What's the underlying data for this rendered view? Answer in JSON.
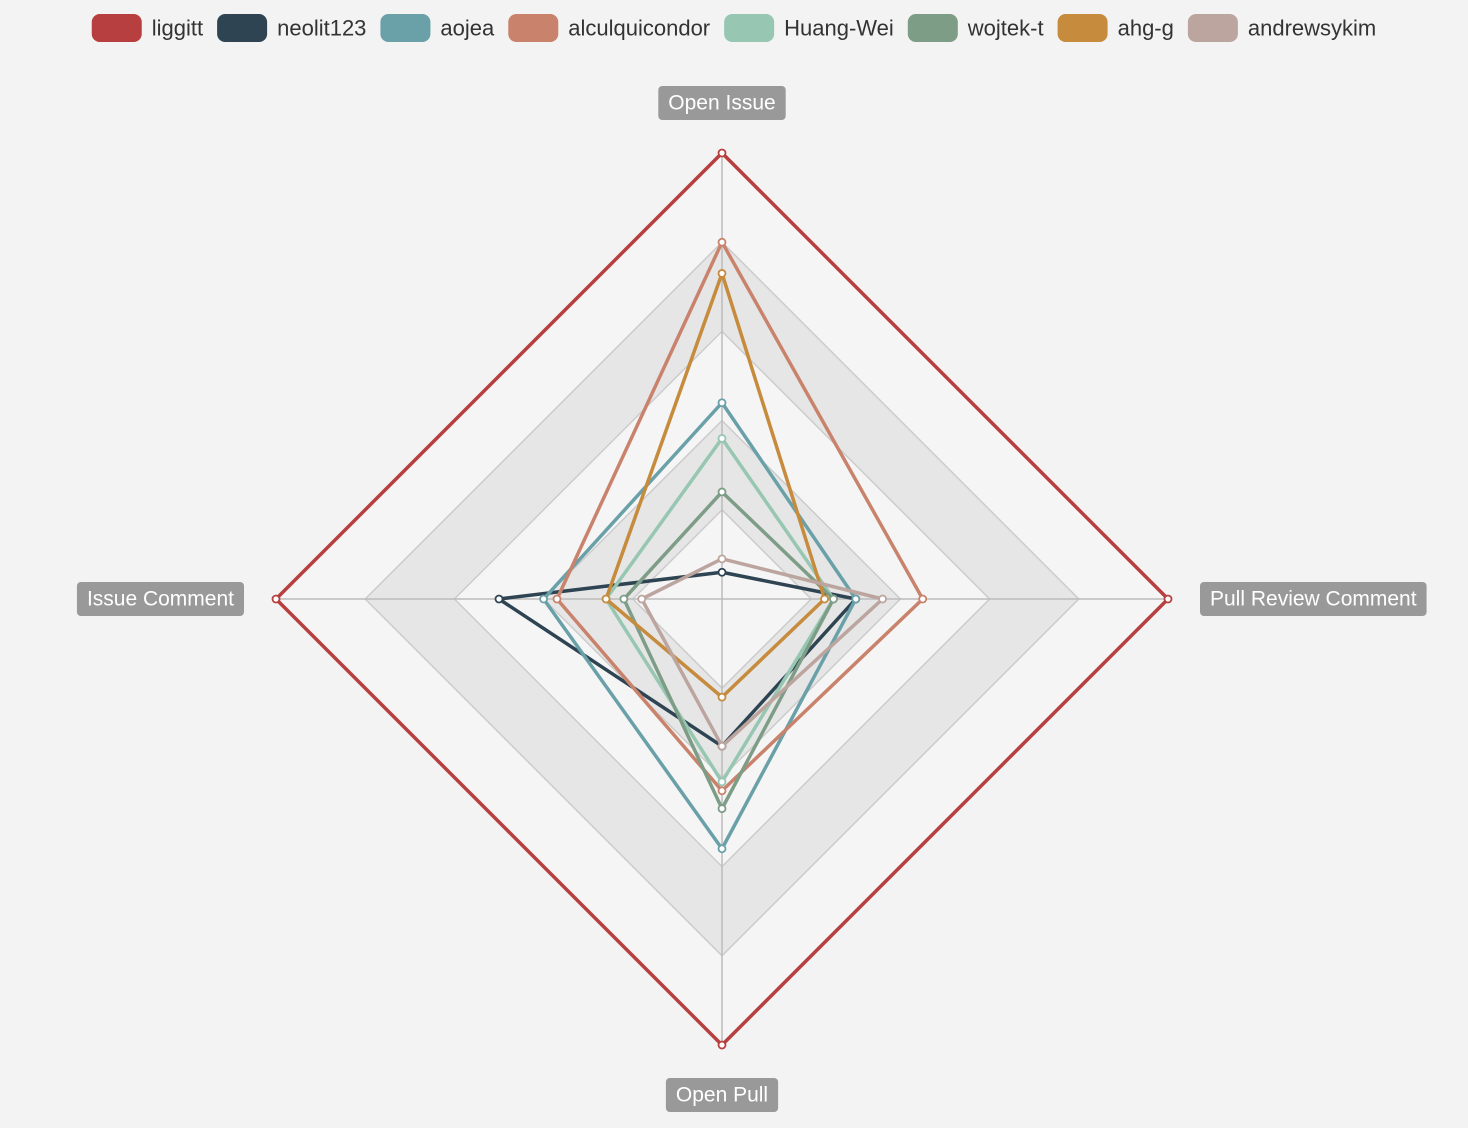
{
  "chart_data": {
    "type": "radar",
    "indicators": [
      {
        "name": "Open Issue",
        "max": 100
      },
      {
        "name": "Pull Review Comment",
        "max": 100
      },
      {
        "name": "Open Pull",
        "max": 100
      },
      {
        "name": "Issue Comment",
        "max": 100
      }
    ],
    "split_number": 5,
    "split_area_colors": [
      "#f5f5f5",
      "#e6e6e6"
    ],
    "legend_position": "top",
    "series": [
      {
        "name": "liggitt",
        "color": "#b83f3f",
        "values": [
          100,
          100,
          100,
          100
        ]
      },
      {
        "name": "neolit123",
        "color": "#2e4453",
        "values": [
          6,
          30,
          33,
          50
        ]
      },
      {
        "name": "aojea",
        "color": "#6aa0a8",
        "values": [
          44,
          30,
          56,
          40
        ]
      },
      {
        "name": "alculquicondor",
        "color": "#c9836c",
        "values": [
          80,
          45,
          43,
          37
        ]
      },
      {
        "name": "Huang-Wei",
        "color": "#97c7b2",
        "values": [
          36,
          25,
          41,
          26
        ]
      },
      {
        "name": "wojtek-t",
        "color": "#7e9d87",
        "values": [
          24,
          25,
          47,
          22
        ]
      },
      {
        "name": "ahg-g",
        "color": "#c68b3c",
        "values": [
          73,
          23,
          22,
          26
        ]
      },
      {
        "name": "andrewsykim",
        "color": "#bca59e",
        "values": [
          9,
          36,
          33,
          18
        ]
      }
    ]
  }
}
